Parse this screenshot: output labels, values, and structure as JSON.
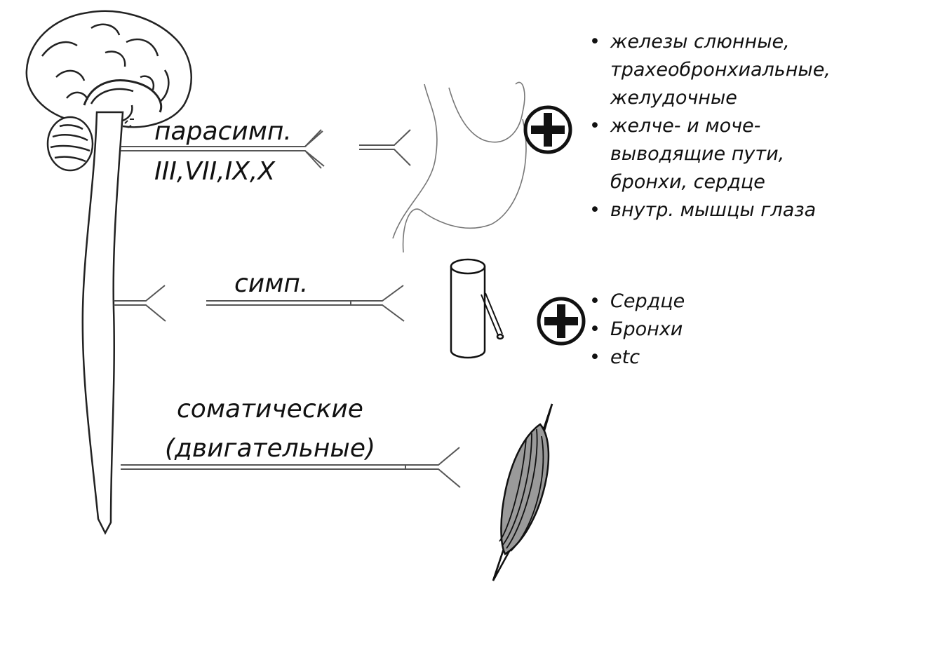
{
  "labels": {
    "parasymp_line1": "парасимп.",
    "parasymp_line2": "III,VII,IX,X",
    "symp": "симп.",
    "somatic_line1": "соматические",
    "somatic_line2": "(двигательные)"
  },
  "parasymp_targets": [
    "железы слюнные, трахеобронхиальные, желудочные",
    "желче- и моче- выводящие пути, бронхи, сердце",
    "внутр. мышцы глаза"
  ],
  "symp_targets": [
    "Сердце",
    "Бронхи",
    "etc"
  ],
  "effect_sign": "+",
  "colors": {
    "ink": "#111111",
    "muscle_fill": "#9a9a9a",
    "nerve_fill": "#ffffff"
  },
  "icons": [
    "brain-icon",
    "spinal-cord-icon",
    "stomach-icon",
    "vessel-icon",
    "muscle-icon",
    "plus-circle-icon"
  ]
}
